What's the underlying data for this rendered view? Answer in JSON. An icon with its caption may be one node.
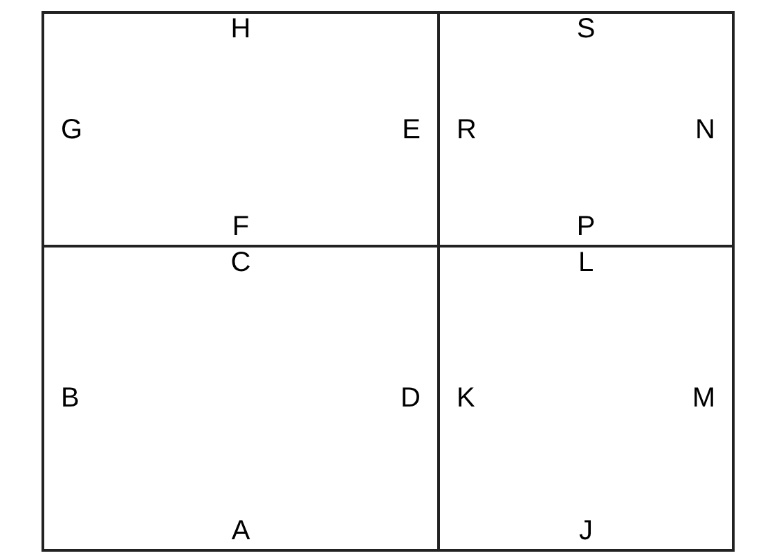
{
  "diagram": {
    "nodes": [
      {
        "text": [
          "H",
          "G",
          "E",
          "F"
        ]
      },
      {
        "text": [
          "S",
          "R",
          "N",
          "P"
        ]
      },
      {
        "text": [
          "C",
          "B",
          "D",
          "A"
        ]
      },
      {
        "text": [
          "L",
          "K",
          "M",
          "J"
        ]
      }
    ]
  }
}
